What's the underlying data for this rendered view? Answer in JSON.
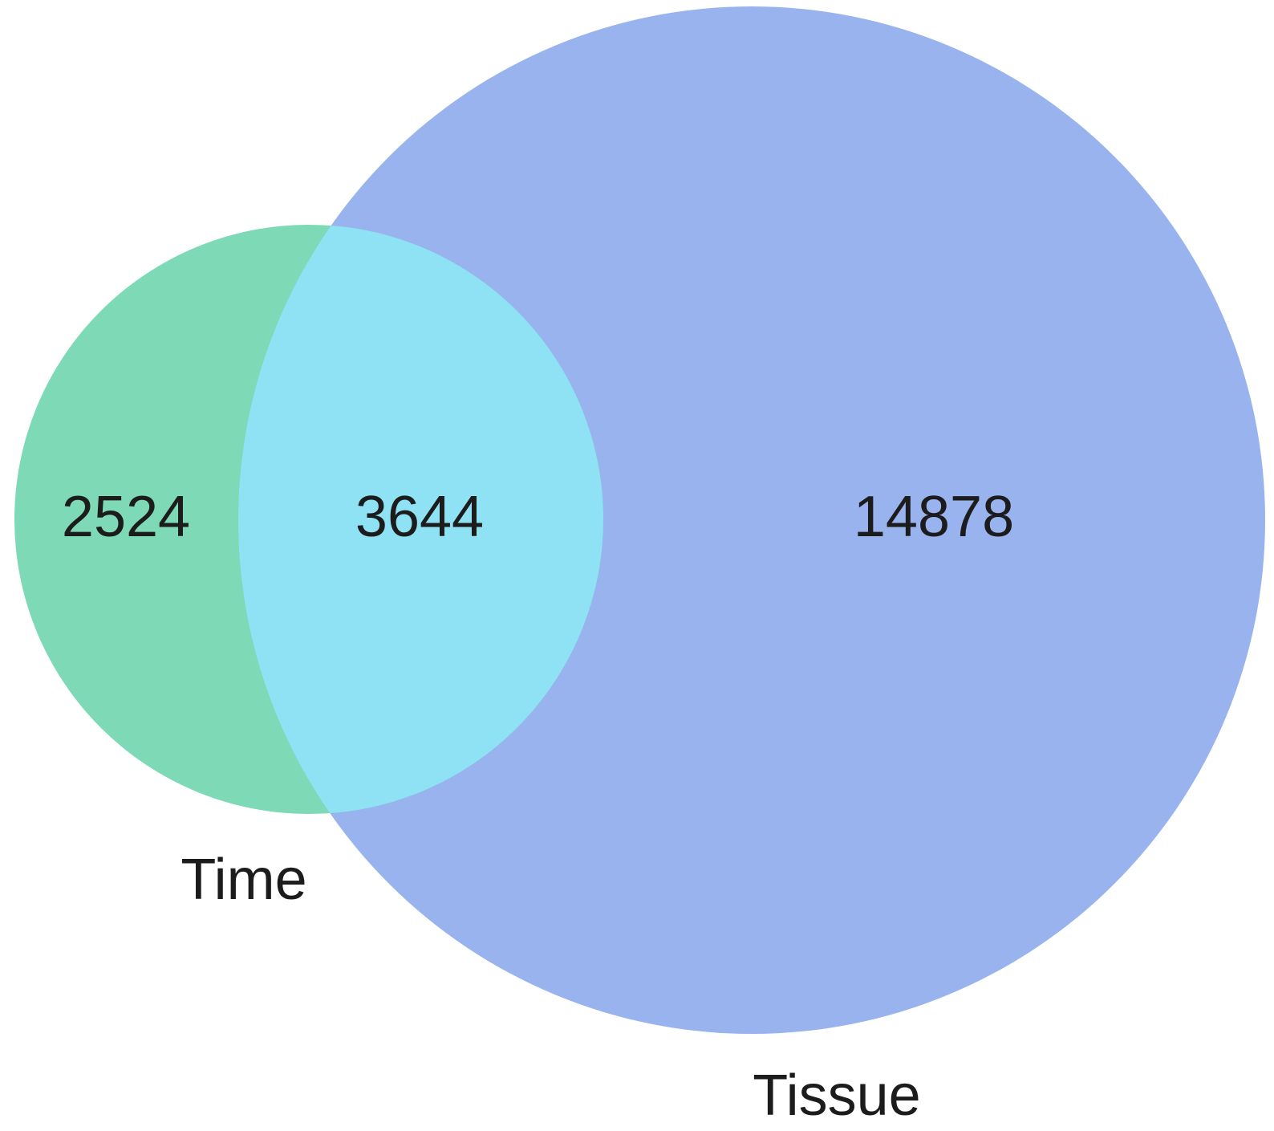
{
  "venn": {
    "sets": [
      {
        "label": "Time",
        "color": "#7ed9b7"
      },
      {
        "label": "Tissue",
        "color": "#99b3ef"
      }
    ],
    "overlap_color": "#8ee2f4",
    "regions": {
      "time_only": "2524",
      "intersection": "3644",
      "tissue_only": "14878"
    }
  }
}
